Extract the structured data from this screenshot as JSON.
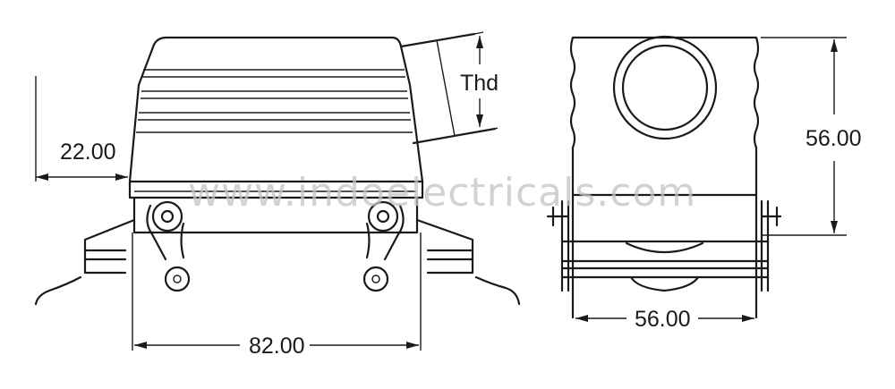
{
  "dimensions": {
    "side_offset": "22.00",
    "side_width": "82.00",
    "thread": "Thd",
    "front_height": "56.00",
    "front_width": "56.00"
  },
  "watermark": "www.indoelectricals.com",
  "colors": {
    "line": "#1a1a1a",
    "watermark": "#c4c4c4",
    "background": "#ffffff"
  }
}
